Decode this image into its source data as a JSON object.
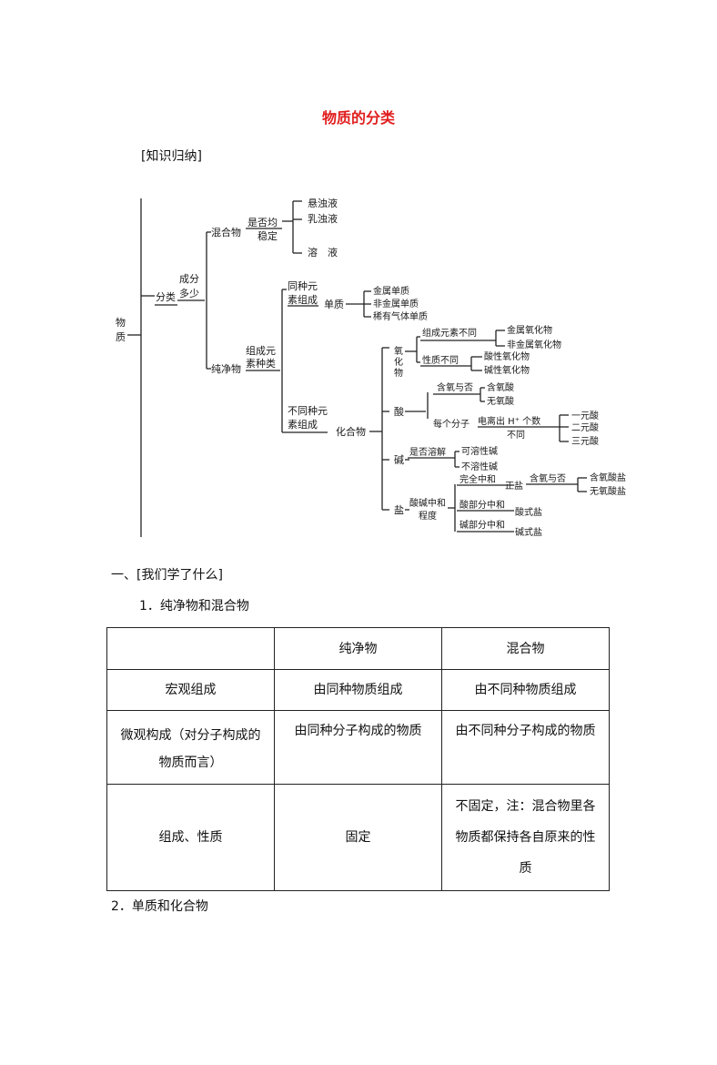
{
  "title": "物质的分类",
  "summary_label": "[知识归纳]",
  "tree": {
    "root": "物质",
    "classify": "分类",
    "by_components": [
      "成分",
      "多少"
    ],
    "mixture": "混合物",
    "uniform": [
      "是否均",
      "稳定"
    ],
    "suspension": "悬浊液",
    "emulsion": "乳浊液",
    "solution": "溶　液",
    "pure": "纯净物",
    "element_kind": [
      "组成元",
      "素种类"
    ],
    "same_element": [
      "同种元",
      "素组成"
    ],
    "elemental": "单质",
    "metal_elemental": "金属单质",
    "nonmetal_elemental": "非金属单质",
    "noble_gas": "稀有气体单质",
    "diff_element": [
      "不同种元",
      "素组成"
    ],
    "compound": "化合物",
    "oxide": [
      "氧",
      "化",
      "物"
    ],
    "diff_elements": "组成元素不同",
    "metal_oxide": "金属氧化物",
    "nonmetal_oxide": "非金属氧化物",
    "diff_properties": "性质不同",
    "acidic_oxide": "酸性氧化物",
    "basic_oxide": "碱性氧化物",
    "acid": "酸",
    "oxygen_or_not": "含氧与否",
    "oxyacid": "含氧酸",
    "nonoxyacid": "无氧酸",
    "per_molecule": "每个分子",
    "ionize_h": "电离出 H⁺ 个数",
    "differ": "不同",
    "mono_acid": "一元酸",
    "di_acid": "二元酸",
    "tri_acid": "三元酸",
    "base": "碱",
    "soluble_or_not": "是否溶解",
    "soluble_base": "可溶性碱",
    "insoluble_base": "不溶性碱",
    "salt": "盐",
    "neutralization_degree": [
      "酸碱中和",
      "程度"
    ],
    "complete_neutralization": "完全中和",
    "normal_salt": "正盐",
    "oxygen_or_not_2": "含氧与否",
    "oxy_salt": "含氧酸盐",
    "nonoxy_salt": "无氧酸盐",
    "partial_acid": "酸部分中和",
    "acid_salt": "酸式盐",
    "partial_base": "碱部分中和",
    "basic_salt": "碱式盐"
  },
  "section1": "一、[我们学了什么]",
  "sub1": "1．纯净物和混合物",
  "table": {
    "headers": [
      "",
      "纯净物",
      "混合物"
    ],
    "rows": [
      [
        "宏观组成",
        "由同种物质组成",
        "由不同种物质组成"
      ],
      [
        "微观构成（对分子构成的物质而言）",
        "由同种分子构成的物质",
        "由不同种分子构成的物质"
      ],
      [
        "组成、性质",
        "固定",
        "不固定，注：混合物里各物质都保持各自原来的性质"
      ]
    ]
  },
  "sub2": "2．单质和化合物"
}
